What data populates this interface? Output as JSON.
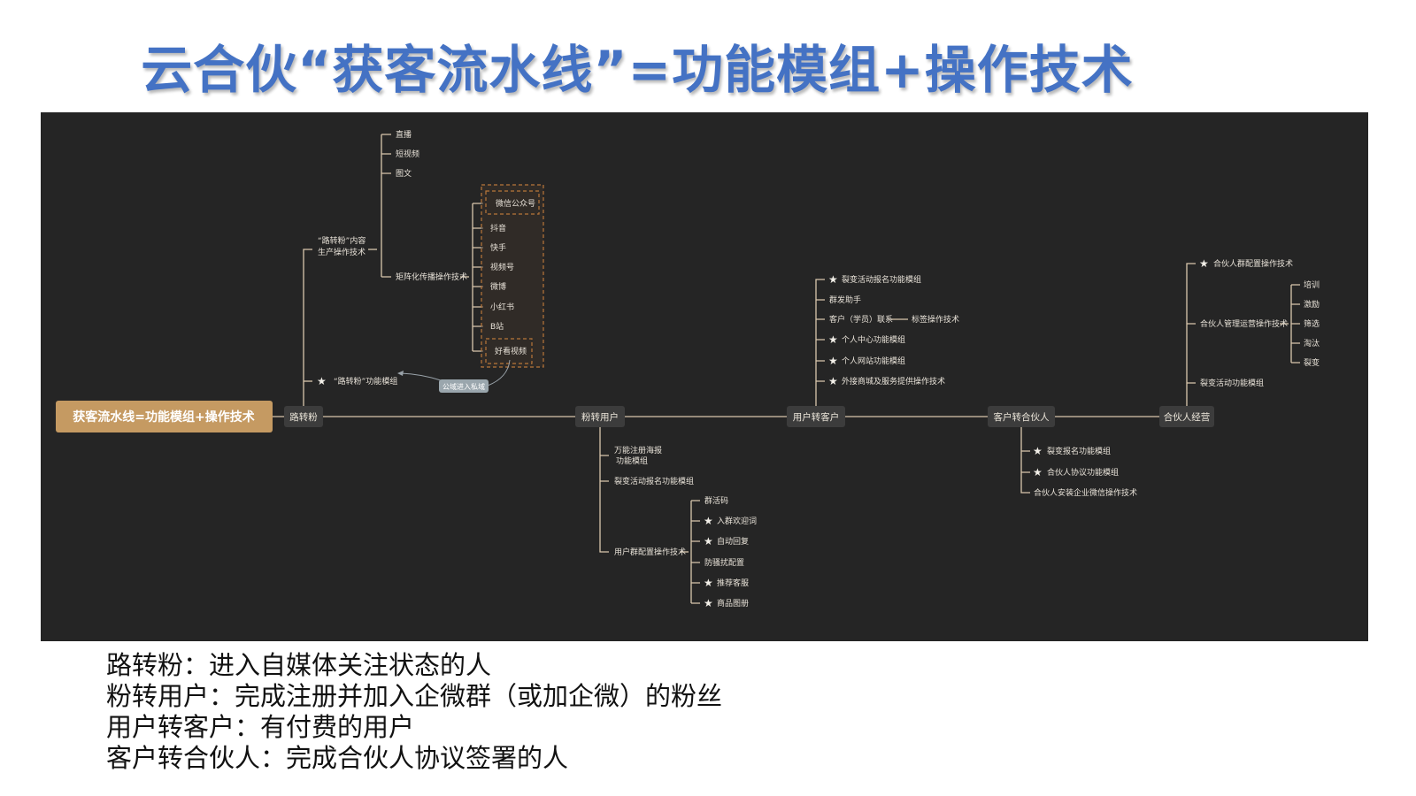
{
  "title": "云合伙“获客流水线”=功能模组+操作技术",
  "mindmap": {
    "root": "获客流水线=功能模组+操作技术",
    "hubs": [
      "路转粉",
      "粉转用户",
      "用户转客户",
      "客户转合伙人",
      "合伙人经营"
    ],
    "luzhuanfen": {
      "content_label_1": "“路转粉”内容",
      "content_label_2": "生产操作技术",
      "top_items": [
        "直播",
        "短视频",
        "图文"
      ],
      "matrix_label": "矩阵化传播操作技术",
      "platforms": [
        "微信公众号",
        "抖音",
        "快手",
        "视频号",
        "微博",
        "小红书",
        "B站",
        "好看视频"
      ],
      "module_label": "“路转粉”功能模组",
      "bubble": "公域进入私域"
    },
    "fenzhuanyonghu": {
      "items": [
        "万能注册海报",
        "功能模组",
        "裂变活动报名功能模组",
        "用户群配置操作技术"
      ],
      "group_items": [
        "群活码",
        "入群欢迎词",
        "自动回复",
        "防骚扰配置",
        "推荐客服",
        "商品图册"
      ]
    },
    "yonghuzhuankehu": {
      "items": [
        "裂变活动报名功能模组",
        "群发助手",
        "客户（学员）联系",
        "标签操作技术",
        "个人中心功能模组",
        "个人网站功能模组",
        "外接商城及服务提供操作技术"
      ]
    },
    "kehuzhuanhehuoren": {
      "items": [
        "裂变报名功能模组",
        "合伙人协议功能模组",
        "合伙人安装企业微信操作技术"
      ]
    },
    "hehuorenjingying": {
      "items": [
        "合伙人群配置操作技术",
        "合伙人管理运营操作技术",
        "裂变活动功能模组"
      ],
      "sub_items": [
        "培训",
        "激励",
        "筛选",
        "淘汰",
        "裂变"
      ]
    }
  },
  "definitions": [
    "路转粉：进入自媒体关注状态的人",
    "粉转用户：完成注册并加入企微群（或加企微）的粉丝",
    "用户转客户：有付费的用户",
    "客户转合伙人：完成合伙人协议签署的人"
  ],
  "colors": {
    "title": "#4472c4",
    "canvas": "#252525",
    "root_fill": "#c59a62",
    "hub_fill": "#3c3c3c",
    "line": "#d9c8ad",
    "dashed_box": "#b8763a"
  }
}
